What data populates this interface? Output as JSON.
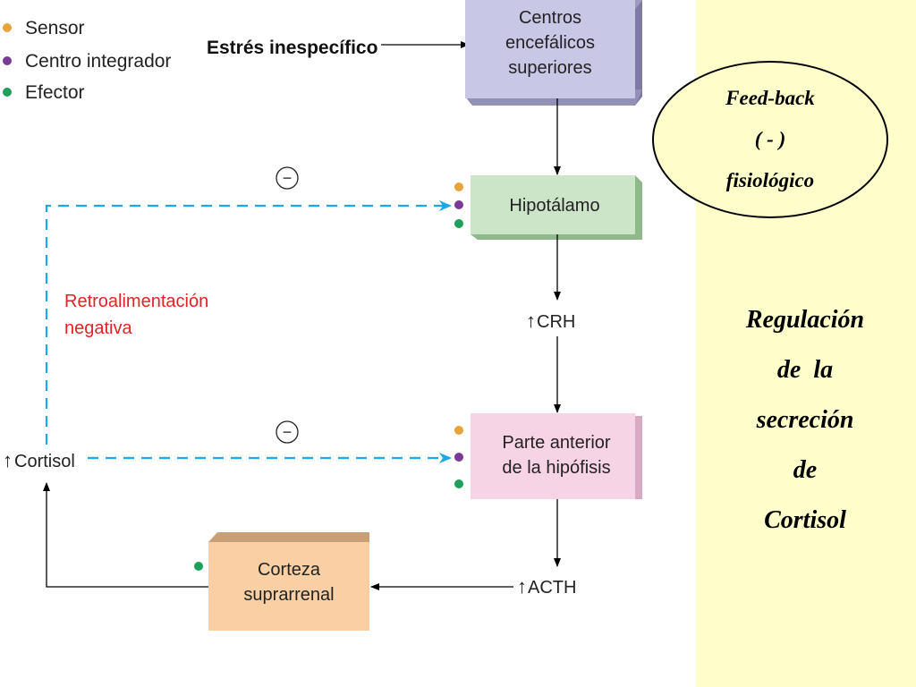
{
  "legend": {
    "items": [
      {
        "label": "Sensor",
        "color": "#e8a33c"
      },
      {
        "label": "Centro integrador",
        "color": "#7a3a96"
      },
      {
        "label": "Efector",
        "color": "#1fa05a"
      }
    ]
  },
  "stress_label": "Estrés inespecífico",
  "boxes": {
    "centros": {
      "lines": [
        "Centros",
        "encefálicos",
        "superiores"
      ],
      "color": "#c9c7e6"
    },
    "hipotalamo": {
      "lines": [
        "Hipotálamo"
      ],
      "color": "#cce5c8"
    },
    "hipofisis": {
      "lines": [
        "Parte anterior",
        "de la hipófisis"
      ],
      "color": "#f7d3e6"
    },
    "corteza": {
      "lines": [
        "Corteza",
        "suprarrenal"
      ],
      "color": "#f9cfa3"
    }
  },
  "hormones": {
    "crh": "CRH",
    "acth": "ACTH",
    "cortisol": "Cortisol",
    "increase_symbol": "↑"
  },
  "feedback_text": {
    "line1": "Retroalimentación",
    "line2": "negativa",
    "color": "#e02424"
  },
  "inhibition_symbol": "−",
  "feedback_ellipse": {
    "line1": "Feed-back",
    "line2": "( - )",
    "line3": "fisiológico"
  },
  "title": {
    "lines": [
      "Regulación",
      "de  la",
      "secreción",
      "de",
      "Cortisol"
    ]
  },
  "colors": {
    "dashed_arrow": "#1ea7e8",
    "right_panel": "#ffffcc"
  }
}
